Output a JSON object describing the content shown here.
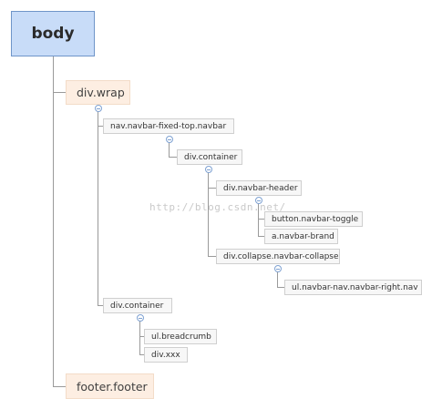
{
  "tree": {
    "root": "body",
    "wrap": "div.wrap",
    "navbar": "nav.navbar-fixed-top.navbar",
    "nav_container": "div.container",
    "navbar_header": "div.navbar-header",
    "navbar_toggle": "button.navbar-toggle",
    "navbar_brand": "a.navbar-brand",
    "navbar_collapse": "div.collapse.navbar-collapse",
    "navbar_nav": "ul.navbar-nav.navbar-right.nav",
    "main_container": "div.container",
    "breadcrumb": "ul.breadcrumb",
    "xxx": "div.xxx",
    "footer": "footer.footer"
  },
  "watermark": "http://blog.csdn.net/",
  "colors": {
    "root_fill": "#c8dcf8",
    "root_border": "#6f95c9",
    "main_fill": "#fdeee2",
    "sub_fill": "#f7f7f7",
    "sub_border": "#cfcfcf",
    "connector": "#9a9a9a",
    "toggle": "#7fa2d2"
  }
}
